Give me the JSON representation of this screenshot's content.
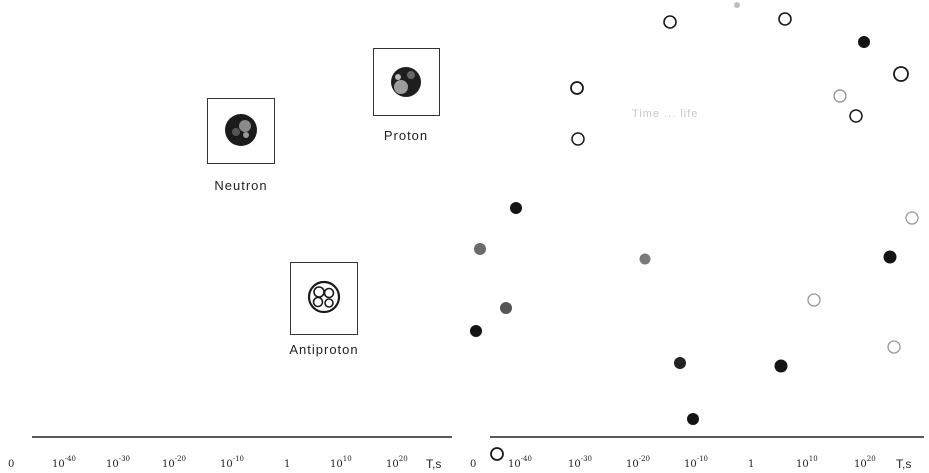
{
  "particles": [
    {
      "id": "neutron",
      "label": "Neutron"
    },
    {
      "id": "proton",
      "label": "Proton"
    },
    {
      "id": "antiproton",
      "label": "Antiproton"
    }
  ],
  "axis": {
    "origin_label": "0",
    "unit_label": "T,s",
    "ticks": [
      {
        "base": "10",
        "exp": "-40"
      },
      {
        "base": "10",
        "exp": "-30"
      },
      {
        "base": "10",
        "exp": "-20"
      },
      {
        "base": "10",
        "exp": "-10"
      },
      {
        "base": "1",
        "exp": ""
      },
      {
        "base": "10",
        "exp": "10"
      },
      {
        "base": "10",
        "exp": "20"
      }
    ]
  },
  "right_panel": {
    "faint_caption": "Time   ...   life"
  },
  "colors": {
    "ink": "#1a1a1a",
    "filled_dot": "#141414",
    "hollow_dot": "#1a1a1a",
    "faint": "#b5b5b5"
  }
}
